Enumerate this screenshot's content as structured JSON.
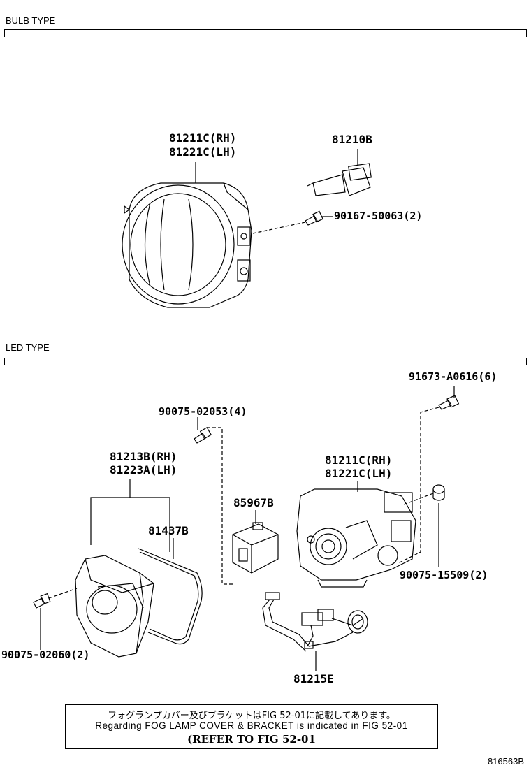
{
  "sections": {
    "bulb": {
      "title": "BULB TYPE"
    },
    "led": {
      "title": "LED TYPE"
    }
  },
  "bulb_parts": {
    "lamp_rh": "81211C(RH)",
    "lamp_lh": "81221C(LH)",
    "bulb": "81210B",
    "screw": "90167-50063(2)"
  },
  "led_parts": {
    "screw_top": "91673-A0616(6)",
    "screw_ecu": "90075-02053(4)",
    "unit_rh": "81213B(RH)",
    "unit_lh": "81223A(LH)",
    "gasket": "81437B",
    "ecu": "85967B",
    "lamp_rh": "81211C(RH)",
    "lamp_lh": "81221C(LH)",
    "collar": "90075-15509(2)",
    "screw_left": "90075-02060(2)",
    "harness": "81215E"
  },
  "note": {
    "jp": "フォグランプカバー及びブラケットはFIG 52-01に記載してあります。",
    "en": "Regarding FOG LAMP COVER & BRACKET is indicated in FIG 52-01",
    "ref": "(REFER TO FIG 52-01"
  },
  "figure_id": "816563B"
}
